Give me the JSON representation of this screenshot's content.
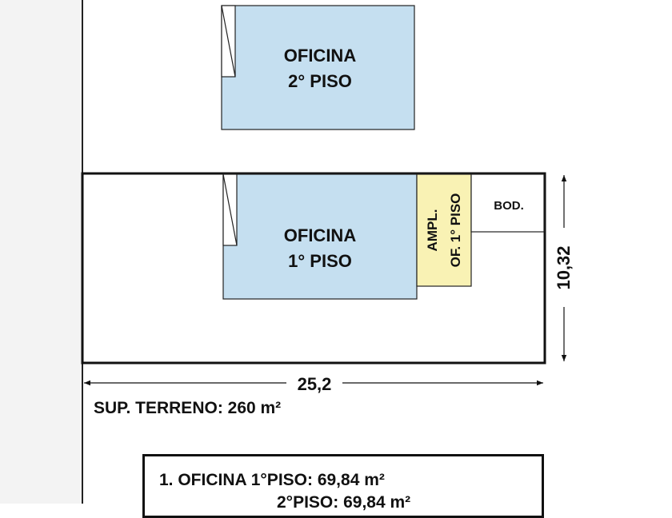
{
  "colors": {
    "office": "#c5dff0",
    "ampliacion": "#f9f2b4",
    "line": "#111111"
  },
  "office_2nd_floor": {
    "line1": "OFICINA",
    "line2": "2° PISO"
  },
  "office_1st_floor": {
    "line1": "OFICINA",
    "line2": "1° PISO"
  },
  "ampliacion": {
    "line1": "AMPL.",
    "line2": "OF. 1° PISO"
  },
  "bodega": {
    "label": "BOD."
  },
  "dimensions": {
    "width": "25,2",
    "depth": "10,32"
  },
  "site_area": {
    "label": "SUP. TERRENO: 260 m²"
  },
  "areas_table": {
    "line1": "1. OFICINA 1°PISO: 69,84 m²",
    "line2": "2°PISO: 69,84 m²"
  }
}
